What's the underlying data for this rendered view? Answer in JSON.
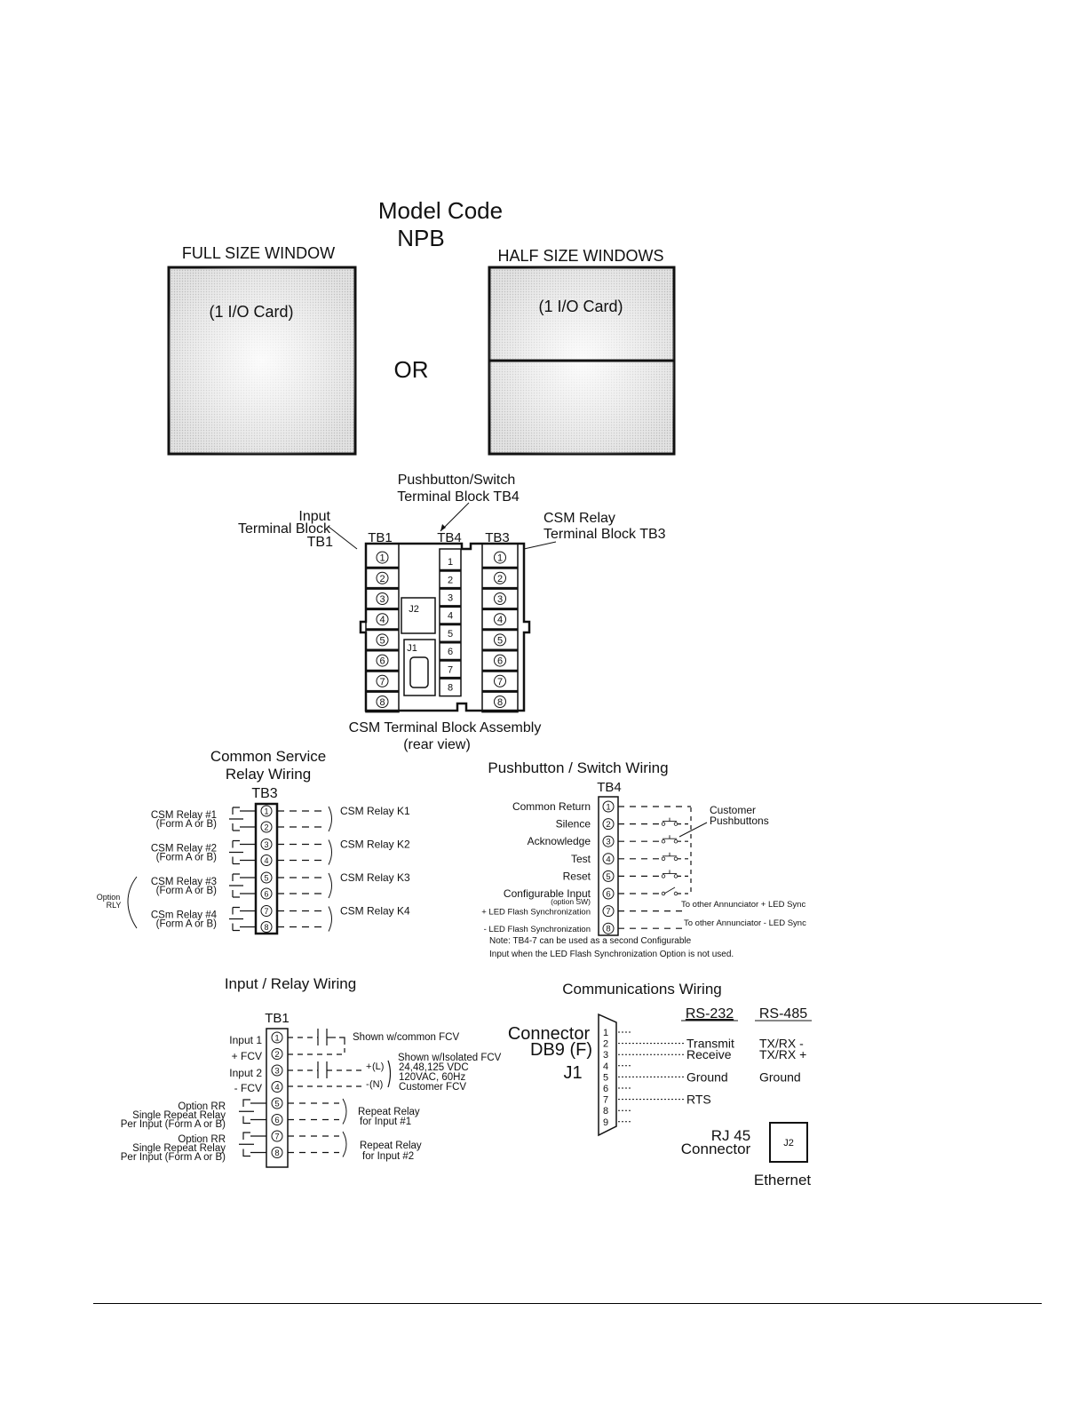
{
  "header": {
    "title": "Model Code",
    "model": "NPB",
    "full_label": "FULL SIZE WINDOW",
    "half_label": "HALF SIZE WINDOWS",
    "card_label": "(1 I/O Card)",
    "or_label": "OR"
  },
  "assembly": {
    "tb4_callout": [
      "Pushbutton/Switch",
      "Terminal Block TB4"
    ],
    "input_callout": [
      "Input",
      "Terminal Block",
      "TB1"
    ],
    "csm_callout": [
      "CSM Relay",
      "Terminal Block TB3"
    ],
    "tb1": "TB1",
    "tb4": "TB4",
    "tb3": "TB3",
    "j1": "J1",
    "j2": "J2",
    "terminals": [
      "1",
      "2",
      "3",
      "4",
      "5",
      "6",
      "7",
      "8"
    ],
    "caption": [
      "CSM Terminal Block Assembly",
      "(rear view)"
    ]
  },
  "csm_wiring": {
    "title": [
      "Common Service",
      "Relay Wiring"
    ],
    "block": "TB3",
    "relays": [
      {
        "label": [
          "CSM Relay #1",
          "(Form A or B)"
        ],
        "k": "CSM Relay K1"
      },
      {
        "label": [
          "CSM Relay #2",
          "(Form A or B)"
        ],
        "k": "CSM Relay K2"
      },
      {
        "label": [
          "CSM Relay #3",
          "(Form A or B)"
        ],
        "k": "CSM Relay K3"
      },
      {
        "label": [
          "CSm Relay #4",
          "(Form A or B)"
        ],
        "k": "CSM Relay K4"
      }
    ],
    "option": [
      "Option",
      "RLY"
    ]
  },
  "pushbutton": {
    "title": "Pushbutton / Switch Wiring",
    "block": "TB4",
    "rows": [
      {
        "n": "1",
        "label": "Common Return",
        "sub": ""
      },
      {
        "n": "2",
        "label": "Silence",
        "sub": ""
      },
      {
        "n": "3",
        "label": "Acknowledge",
        "sub": ""
      },
      {
        "n": "4",
        "label": "Test",
        "sub": ""
      },
      {
        "n": "5",
        "label": "Reset",
        "sub": ""
      },
      {
        "n": "6",
        "label": "Configurable Input",
        "sub": "(option SW)"
      },
      {
        "n": "7",
        "label": "+ LED Flash Synchronization",
        "sub": ""
      },
      {
        "n": "8",
        "label": "- LED Flash Synchronization",
        "sub": ""
      }
    ],
    "customer": [
      "Customer",
      "Pushbuttons"
    ],
    "sync_plus": "To other Annunciator + LED Sync",
    "sync_minus": "To other Annunciator - LED Sync",
    "note": [
      "Note: TB4-7 can be used as a second Configurable",
      "Input when the LED Flash Synchronization Option is not used."
    ]
  },
  "input_relay": {
    "title": "Input / Relay Wiring",
    "block": "TB1",
    "labels": [
      "Input 1",
      "+ FCV",
      "Input 2",
      "- FCV"
    ],
    "common_fcv": "Shown w/common FCV",
    "isolated": [
      "Shown w/Isolated FCV",
      "24,48,125 VDC",
      "120VAC, 60Hz",
      "Customer FCV"
    ],
    "l": "(L)",
    "n": "(N)",
    "plus": "+",
    "minus": "-",
    "option_rr": [
      "Option RR",
      "Single Repeat Relay",
      "Per Input (Form A or B)"
    ],
    "repeat1": [
      "Repeat Relay",
      "for Input #1"
    ],
    "repeat2": [
      "Repeat Relay",
      "for Input #2"
    ]
  },
  "comms": {
    "title": "Communications Wiring",
    "rs232": "RS-232",
    "rs485": "RS-485",
    "connector": [
      "Connector",
      "DB9 (F)",
      "J1"
    ],
    "pins": [
      "1",
      "2",
      "3",
      "4",
      "5",
      "6",
      "7",
      "8",
      "9"
    ],
    "signals": [
      {
        "pin": "2",
        "rs232": "Transmit",
        "rs485": "TX/RX -"
      },
      {
        "pin": "3",
        "rs232": "Receive",
        "rs485": "TX/RX +"
      },
      {
        "pin": "5",
        "rs232": "Ground",
        "rs485": "Ground"
      },
      {
        "pin": "7",
        "rs232": "RTS",
        "rs485": ""
      }
    ],
    "rj45": [
      "RJ 45",
      "Connector"
    ],
    "j2": "J2",
    "ethernet": "Ethernet"
  }
}
